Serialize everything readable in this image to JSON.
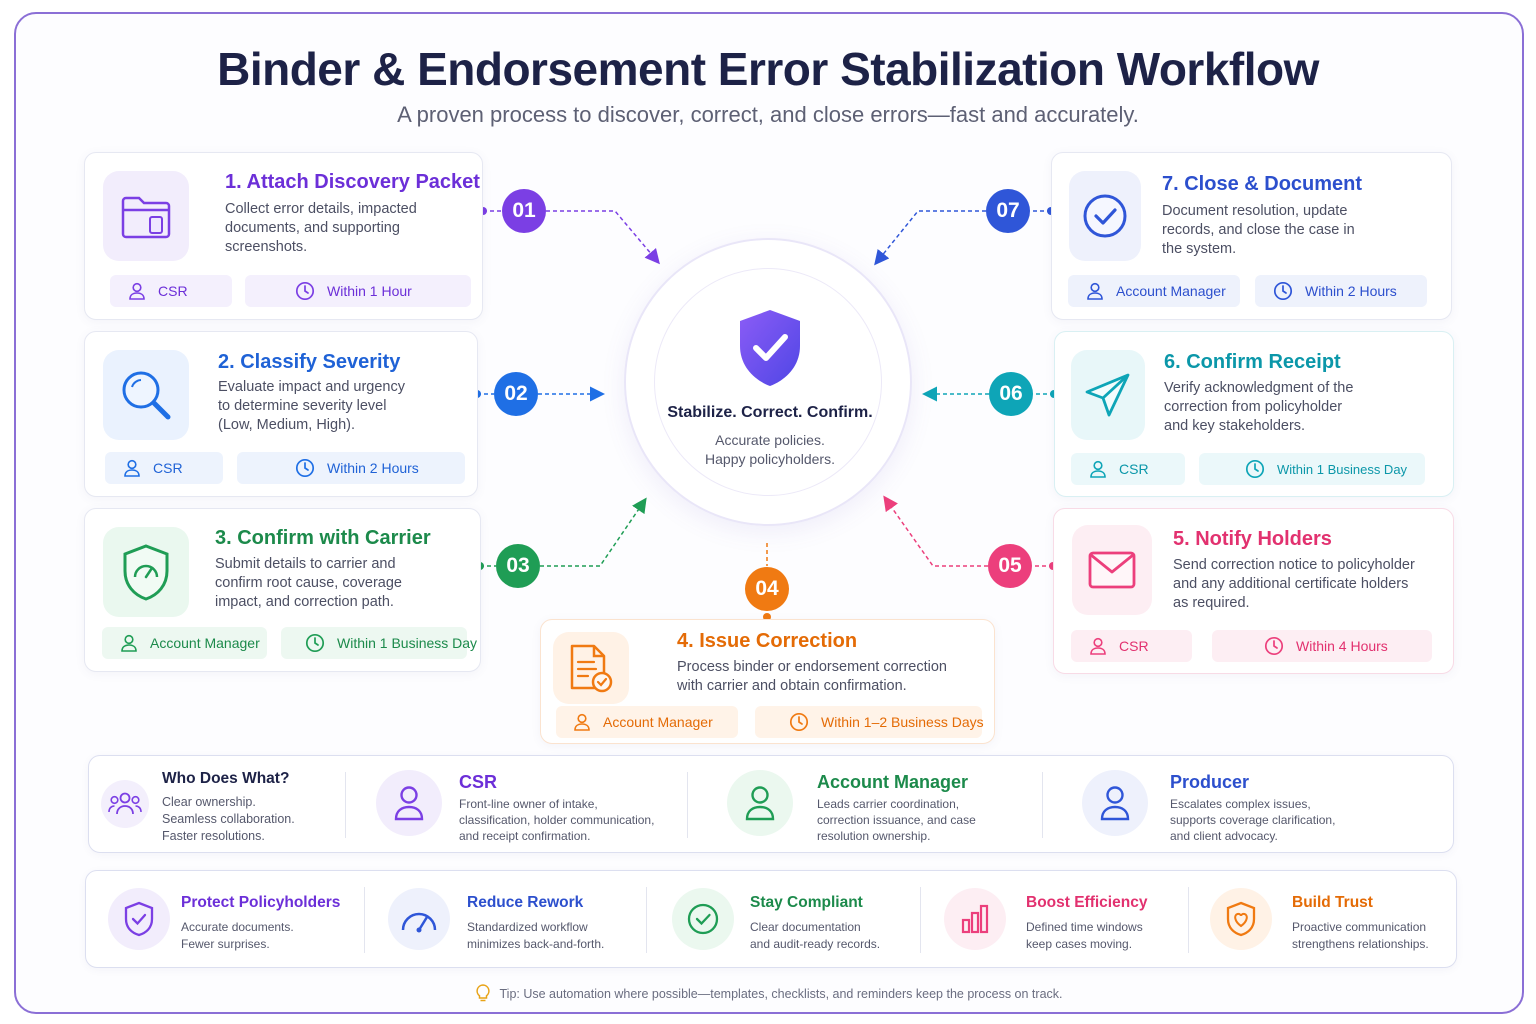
{
  "header": {
    "title": "Binder & Endorsement Error Stabilization Workflow",
    "subtitle": "A proven process to discover, correct, and close errors—fast and accurately."
  },
  "steps": [
    {
      "number": "01",
      "title": "1. Attach Discovery Packet",
      "description": "Collect error details, impacted documents, and supporting screenshots.",
      "owner": "CSR",
      "time": "Within 1 Hour",
      "icon": "folder-icon",
      "color": "#7b3fe4"
    },
    {
      "number": "02",
      "title": "2. Classify Severity",
      "description": "Evaluate impact and urgency to determine severity level (Low, Medium, High).",
      "owner": "CSR",
      "time": "Within 2 Hours",
      "icon": "magnifier-icon",
      "color": "#1f6fe5"
    },
    {
      "number": "03",
      "title": "3. Confirm with Carrier",
      "description": "Submit details to carrier and confirm root cause, coverage impact, and correction path.",
      "owner": "Account Manager",
      "time": "Within 1 Business Day",
      "icon": "shield-gauge-icon",
      "color": "#1f9d55"
    },
    {
      "number": "04",
      "title": "4. Issue Correction",
      "description": "Process binder or endorsement correction with carrier and obtain confirmation.",
      "owner": "Account Manager",
      "time": "Within 1–2 Business Days",
      "icon": "document-check-icon",
      "color": "#f07a12"
    },
    {
      "number": "05",
      "title": "5. Notify Holders",
      "description": "Send correction notice to policyholder and any additional certificate holders as required.",
      "owner": "CSR",
      "time": "Within 4 Hours",
      "icon": "envelope-icon",
      "color": "#ec3f7c"
    },
    {
      "number": "06",
      "title": "6. Confirm Receipt",
      "description": "Verify acknowledgment of the correction from policyholder and key stakeholders.",
      "owner": "CSR",
      "time": "Within 1 Business Day",
      "icon": "paper-plane-icon",
      "color": "#0ea5b7"
    },
    {
      "number": "07",
      "title": "7. Close & Document",
      "description": "Document resolution, update records, and close the case in the system.",
      "owner": "Account Manager",
      "time": "Within 2 Hours",
      "icon": "check-circle-icon",
      "color": "#2f56d8"
    }
  ],
  "center": {
    "title": "Stabilize. Correct. Confirm.",
    "line1": "Accurate policies.",
    "line2": "Happy policyholders."
  },
  "roles": {
    "intro": {
      "title": "Who Does What?",
      "line1": "Clear ownership.",
      "line2": "Seamless collaboration.",
      "line3": "Faster resolutions."
    },
    "items": [
      {
        "title": "CSR",
        "line1": "Front-line owner of intake,",
        "line2": "classification, holder communication,",
        "line3": "and receipt confirmation.",
        "color": "#7b3fe4"
      },
      {
        "title": "Account Manager",
        "line1": "Leads carrier coordination,",
        "line2": "correction issuance, and case",
        "line3": "resolution ownership.",
        "color": "#1f9d55"
      },
      {
        "title": "Producer",
        "line1": "Escalates complex issues,",
        "line2": "supports coverage clarification,",
        "line3": "and client advocacy.",
        "color": "#2f56d8"
      }
    ]
  },
  "benefits": [
    {
      "title": "Protect Policyholders",
      "line1": "Accurate documents.",
      "line2": "Fewer surprises.",
      "color": "#7b3fe4",
      "icon": "shield-check-icon"
    },
    {
      "title": "Reduce Rework",
      "line1": "Standardized workflow",
      "line2": "minimizes back-and-forth.",
      "color": "#2f56d8",
      "icon": "speedometer-icon"
    },
    {
      "title": "Stay Compliant",
      "line1": "Clear documentation",
      "line2": "and audit-ready records.",
      "color": "#1f9d55",
      "icon": "check-circle-icon"
    },
    {
      "title": "Boost Efficiency",
      "line1": "Defined time windows",
      "line2": "keep cases moving.",
      "color": "#ec3f7c",
      "icon": "bar-chart-icon"
    },
    {
      "title": "Build Trust",
      "line1": "Proactive communication",
      "line2": "strengthens relationships.",
      "color": "#f07a12",
      "icon": "shield-heart-icon"
    }
  ],
  "tip": "Tip: Use automation where possible—templates, checklists, and reminders keep the process on track."
}
